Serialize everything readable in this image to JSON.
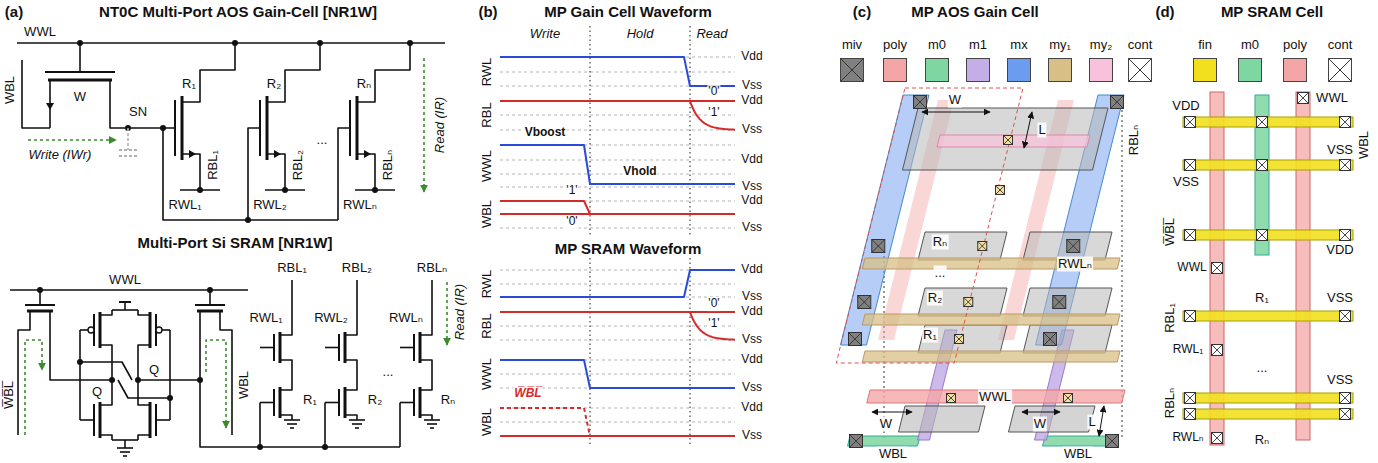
{
  "diagram": {
    "labels": [
      "(a)",
      "NT0C Multi-Port AOS Gain-Cell [NR1W]",
      "WWL",
      "WBL",
      "W",
      "SN",
      "R₁",
      "RBL₁",
      "R₂",
      "RBL₂",
      "...",
      "Rₙ",
      "RBLₙ",
      "Write (IWr)",
      "Read (IR)",
      "RWL₁",
      "RWL₂",
      "RWLₙ",
      "Multi-Port Si SRAM [NR1W]",
      "WWL",
      "RBL₁",
      "RBL₂",
      "RBLₙ",
      "Q",
      "Q",
      "W̅B̅L̅",
      "WBL",
      "RWL₁",
      "RWL₂",
      "RWLₙ",
      "R₁",
      "R₂",
      "...",
      "Rₙ",
      "Read (IR)",
      "(b)",
      "MP Gain Cell Waveform",
      "Write",
      "Hold",
      "Read",
      "RWL",
      "RBL",
      "WWL",
      "WBL",
      "Vdd",
      "Vss",
      "'0'",
      "Vdd",
      "'1'",
      "Vss",
      "Vboost",
      "Vhold",
      "Vdd",
      "Vss",
      "'1'",
      "'0'",
      "Vdd",
      "Vss",
      "MP SRAM Waveform",
      "RWL",
      "RBL",
      "WWL",
      "WBL",
      "Vdd",
      "Vss",
      "'0'",
      "Vdd",
      "'1'",
      "Vss",
      "Vdd",
      "Vss",
      "Vdd",
      "Vss",
      "W̅B̅L̅",
      "(c)",
      "MP AOS Gain Cell",
      "W",
      "L",
      "RBLₙ",
      "RWLₙ",
      "Rₙ",
      "...",
      "R₂",
      "R₁",
      "WWL",
      "W",
      "W",
      "L",
      "WBL",
      "WBL",
      "(d)",
      "MP SRAM Cell",
      "WWL",
      "VDD",
      "WBL",
      "VSS",
      "VSS",
      "W̅B̅L̅",
      "WWL",
      "VDD",
      "R₁",
      "VSS",
      "RBL₁",
      "RWL₁",
      "...",
      "RBLₙ",
      "VSS",
      "RWLₙ",
      "Rₙ"
    ],
    "legend": [
      {
        "text": "miv"
      },
      {
        "text": "poly",
        "color": "#f4a6a6"
      },
      {
        "text": "m0",
        "color": "#7ed6a0"
      },
      {
        "text": "m1",
        "color": "#c3aee8"
      },
      {
        "text": "mx",
        "color": "#6c9cf0"
      },
      {
        "text": "my₁",
        "color": "#d8bf86"
      },
      {
        "text": "my₂",
        "color": "#f9c2dc"
      },
      {
        "text": "cont"
      },
      {
        "text": "fin",
        "color": "#f2e01e"
      },
      {
        "text": "m0",
        "color": "#7ed6a0"
      },
      {
        "text": "poly",
        "color": "#f4a6a6"
      },
      {
        "text": "cont"
      }
    ]
  }
}
